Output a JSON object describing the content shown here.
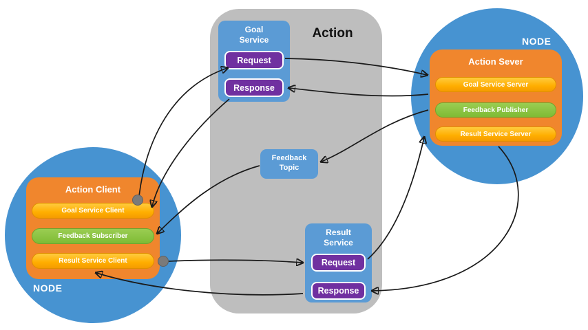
{
  "action_group": {
    "title": "Action"
  },
  "goal_service": {
    "title": "Goal Service",
    "request_label": "Request",
    "response_label": "Response"
  },
  "feedback_topic": {
    "title": "Feedback Topic"
  },
  "result_service": {
    "title": "Result Service",
    "request_label": "Request",
    "response_label": "Response"
  },
  "client_node": {
    "node_label": "NODE",
    "title": "Action Client",
    "items": [
      "Goal Service Client",
      "Feedback Subscriber",
      "Result Service Client"
    ]
  },
  "server_node": {
    "node_label": "NODE",
    "title": "Action Sever",
    "items": [
      "Goal Service Server",
      "Feedback Publisher",
      "Result Service Server"
    ]
  },
  "arrows": [
    {
      "from": "action-client-goal-dot",
      "to": "goal-service-request"
    },
    {
      "from": "goal-service-request",
      "to": "goal-service-server"
    },
    {
      "from": "goal-service-server",
      "to": "goal-service-response"
    },
    {
      "from": "goal-service-response",
      "to": "goal-service-client"
    },
    {
      "from": "feedback-publisher",
      "to": "feedback-topic"
    },
    {
      "from": "feedback-topic",
      "to": "feedback-subscriber"
    },
    {
      "from": "result-service-client-dot",
      "to": "result-service-request"
    },
    {
      "from": "result-service-request",
      "to": "result-service-server"
    },
    {
      "from": "result-service-server",
      "to": "result-service-response"
    },
    {
      "from": "result-service-response",
      "to": "result-service-client"
    }
  ],
  "colors": {
    "node_circle_blue": "#4793D1",
    "inner_box_orange": "#F0862D",
    "service_box_blue": "#5B9BD5",
    "request_purple": "#7030A0",
    "pill_yellow": "#FFB200",
    "pill_green": "#84C341",
    "container_gray": "#BEBEBE",
    "arrow_black": "#1A1A1A",
    "connector_dot_gray": "#7A7A7A"
  }
}
